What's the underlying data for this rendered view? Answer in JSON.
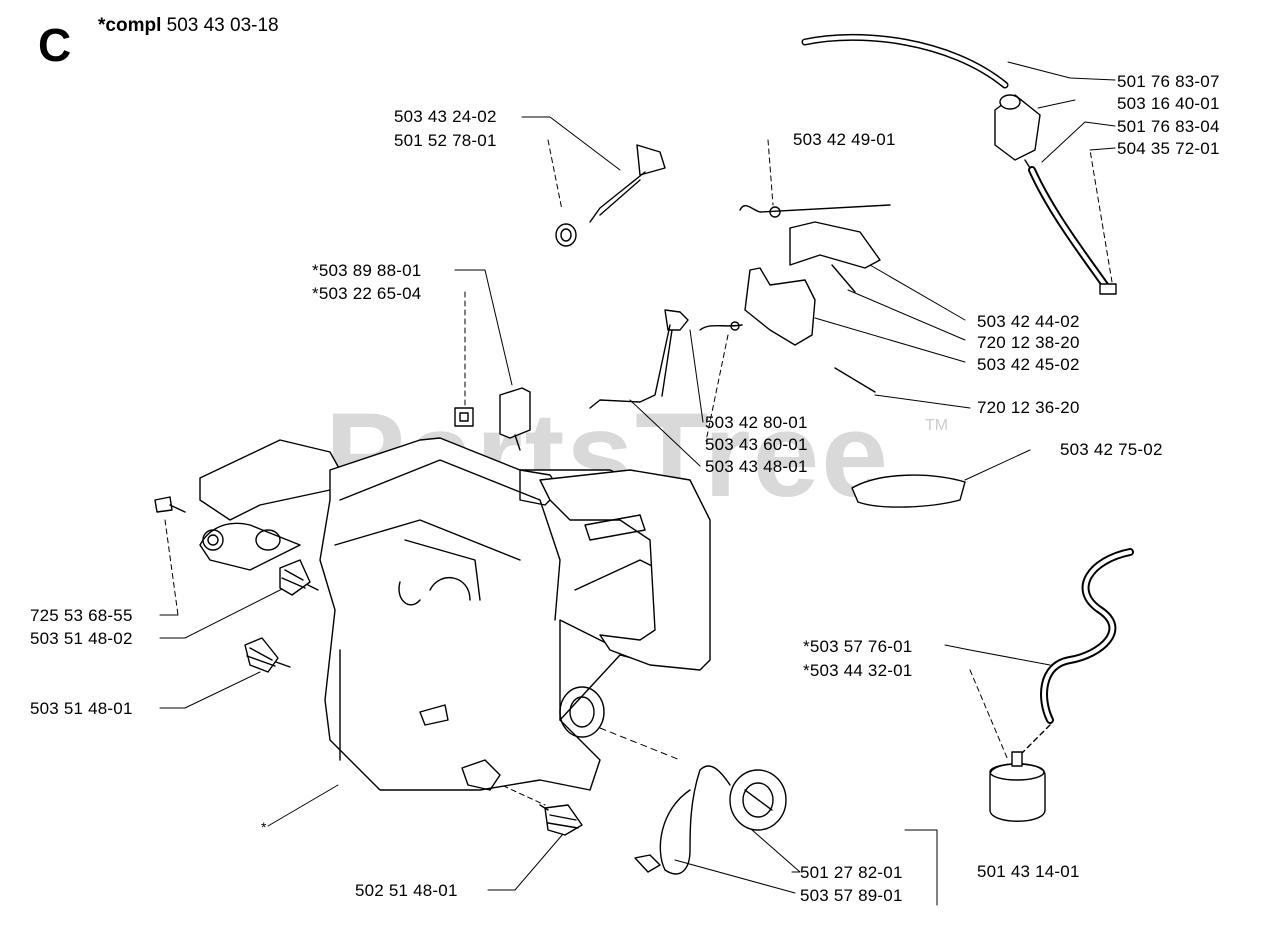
{
  "section_letter": "C",
  "header": {
    "prefix": "*compl",
    "number": "503 43 03-18"
  },
  "watermark": {
    "text": "PartsTree",
    "mark": "TM"
  },
  "labels": [
    "501 76 83-07",
    "503 16 40-01",
    "501 76 83-04",
    "504 35 72-01",
    "503 43 24-02",
    "501 52 78-01",
    "503 42 49-01",
    "*503 89 88-01",
    "*503 22 65-04",
    "503 42 44-02",
    "720 12 38-20",
    "503 42 45-02",
    "720 12 36-20",
    "503 42 80-01",
    "503 43 60-01",
    "503 43 48-01",
    "503 42 75-02",
    "725 53 68-55",
    "503 51 48-02",
    "503 51 48-01",
    "*503 57 76-01",
    "*503 44 32-01",
    "501 27 82-01",
    "503 57 89-01",
    "501 43 14-01",
    "502 51 48-01",
    "*"
  ]
}
